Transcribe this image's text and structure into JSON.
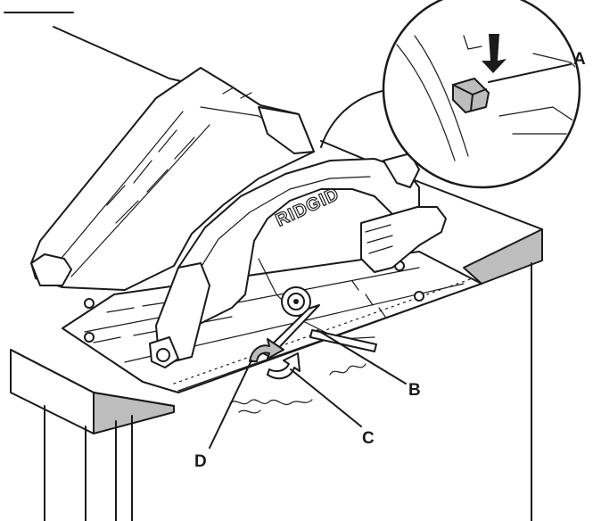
{
  "figure": {
    "brand_logo": "RIDGID",
    "callouts": {
      "a": "A",
      "b": "B",
      "c": "C",
      "d": "D"
    },
    "colors": {
      "line": "#1a1a1a",
      "table_edge": "#bdbdbd",
      "background": "#ffffff"
    }
  }
}
